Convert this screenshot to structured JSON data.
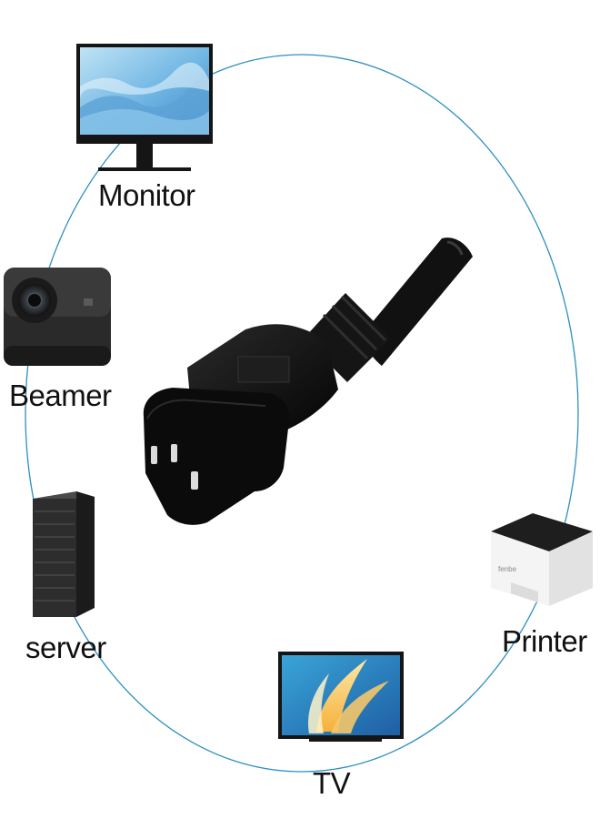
{
  "labels": {
    "monitor": "Monitor",
    "beamer": "Beamer",
    "server": "server",
    "printer": "Printer",
    "tv": "TV"
  },
  "printer_brand": "fenbe",
  "colors": {
    "ring": "#2c8fc1",
    "connector": "#0d0d0d",
    "background": "#ffffff"
  },
  "icons": [
    "monitor-icon",
    "beamer-icon",
    "server-icon",
    "printer-icon",
    "tv-icon",
    "power-connector-icon"
  ]
}
